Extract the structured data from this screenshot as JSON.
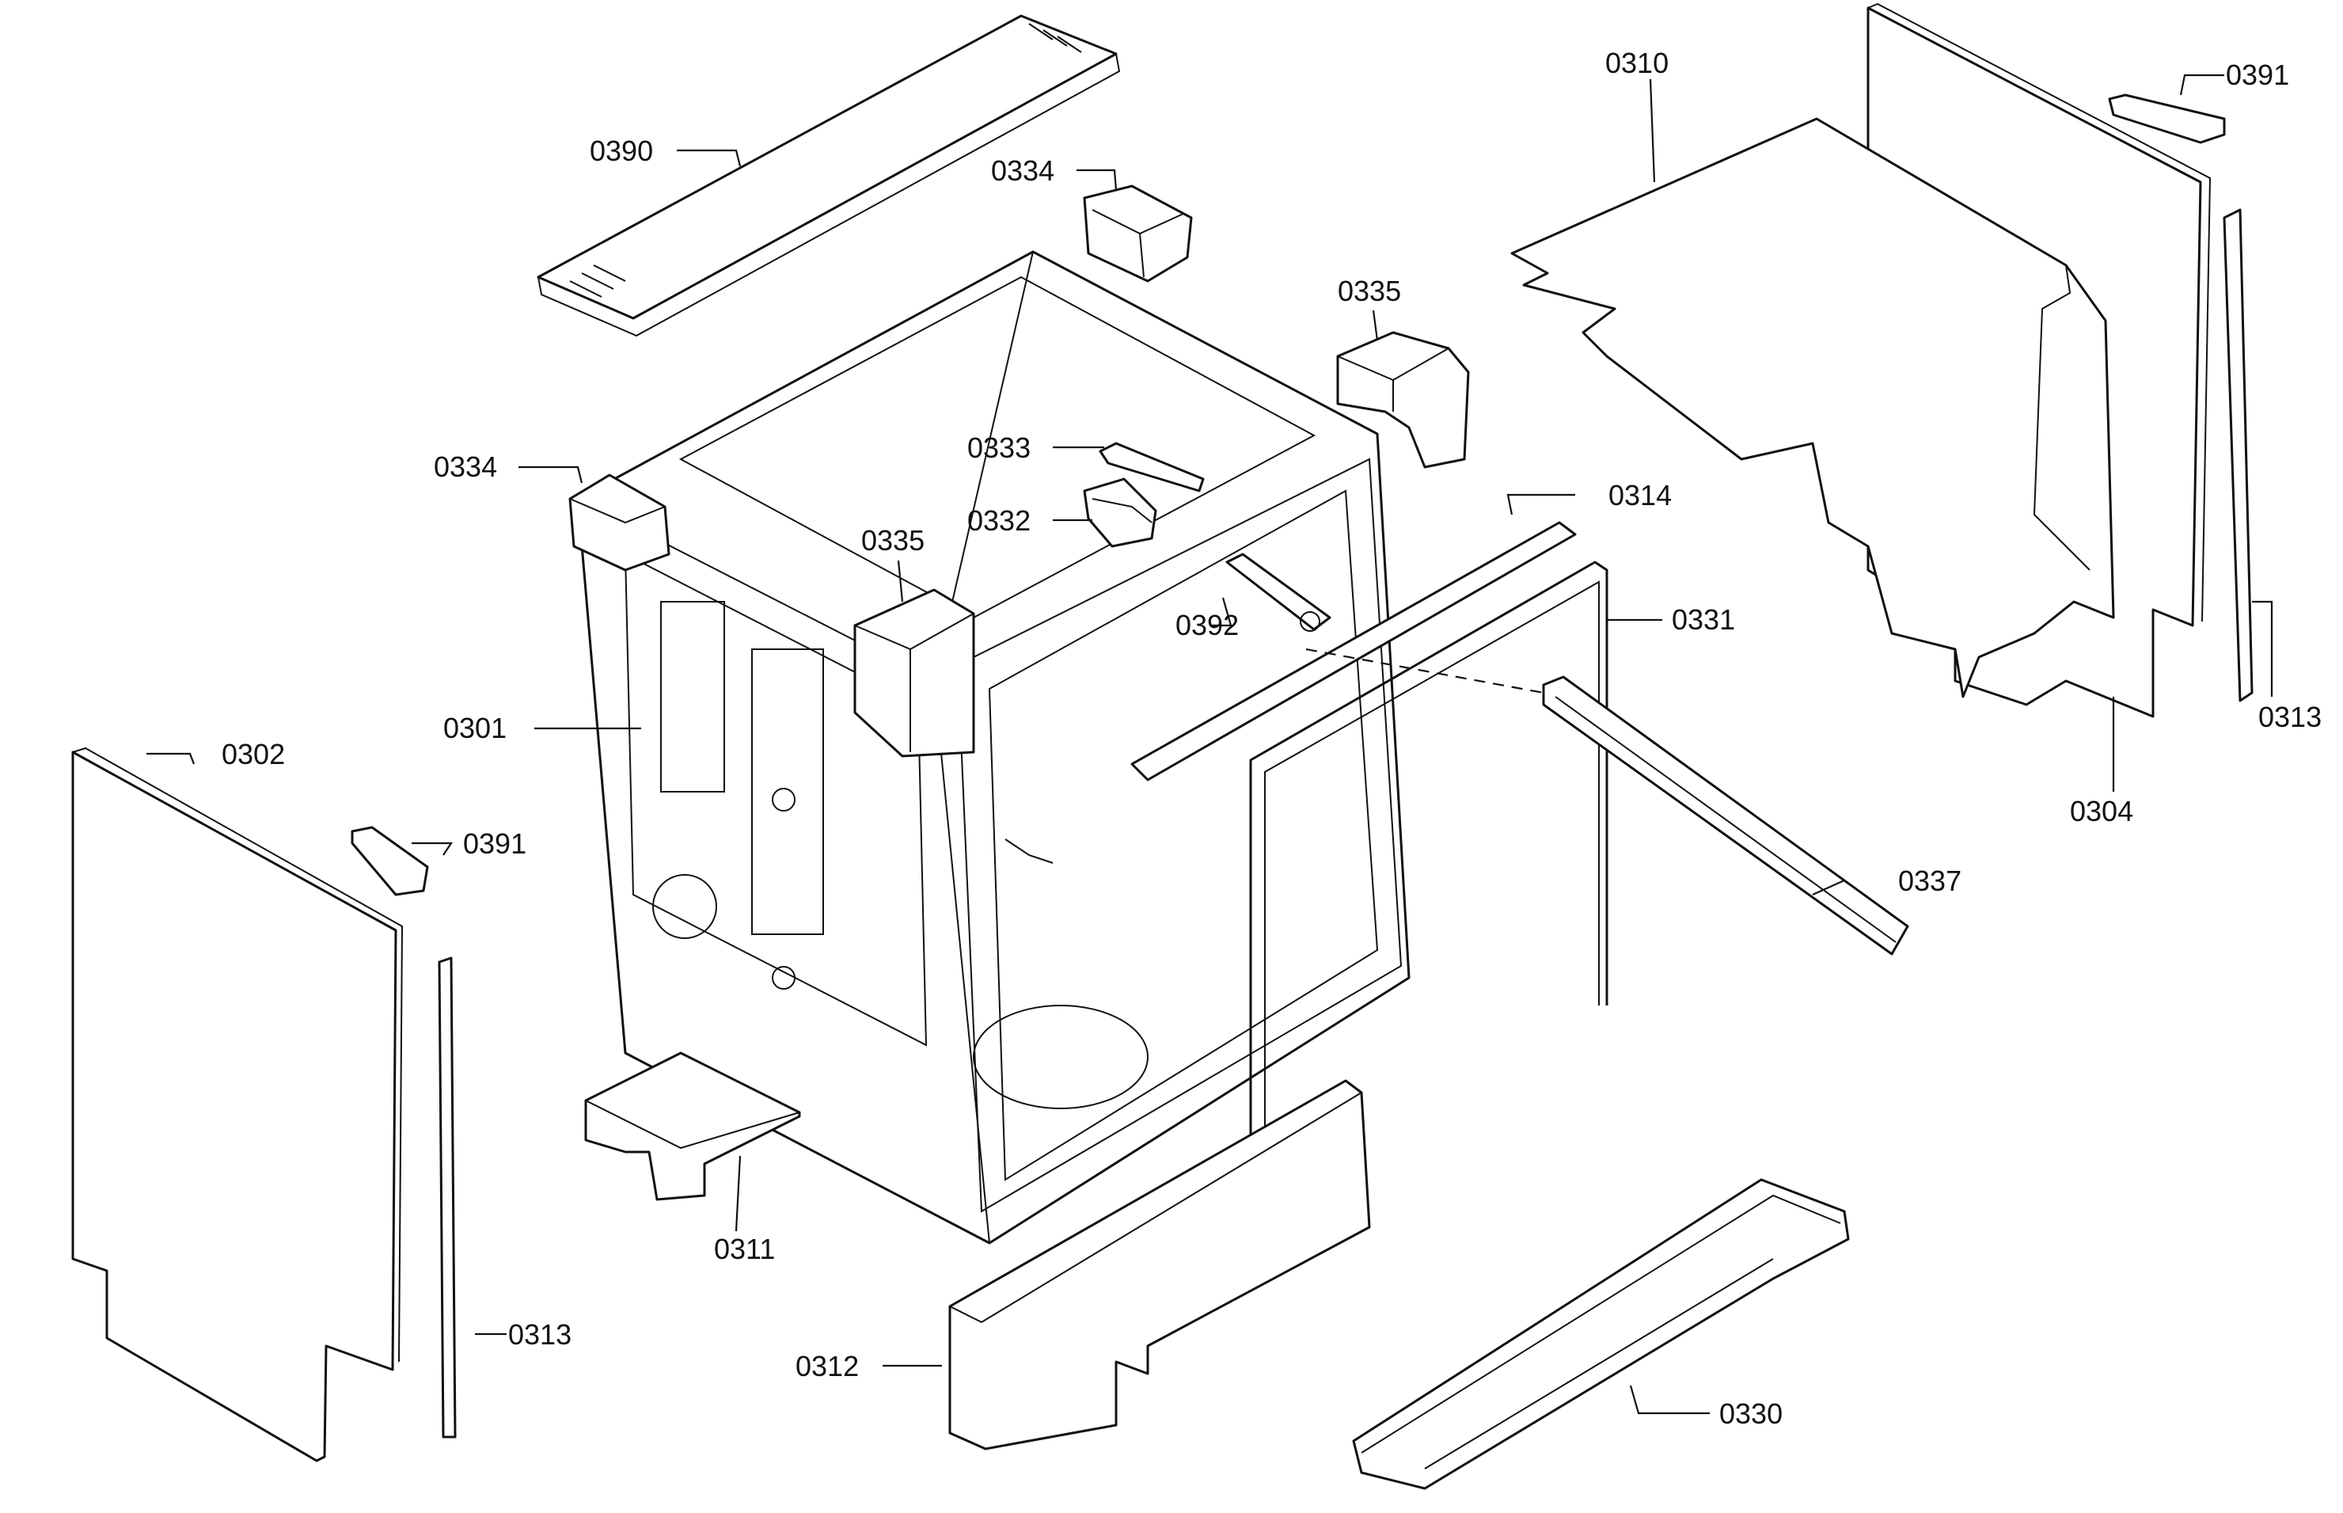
{
  "diagram": {
    "labels": {
      "p0390": "0390",
      "p0334a": "0334",
      "p0334b": "0334",
      "p0335a": "0335",
      "p0335b": "0335",
      "p0333": "0333",
      "p0332": "0332",
      "p0392": "0392",
      "p0301": "0301",
      "p0302": "0302",
      "p0391a": "0391",
      "p0391b": "0391",
      "p0313a": "0313",
      "p0313b": "0313",
      "p0311": "0311",
      "p0312": "0312",
      "p0314": "0314",
      "p0331": "0331",
      "p0337": "0337",
      "p0330": "0330",
      "p0310": "0310",
      "p0304": "0304"
    }
  }
}
